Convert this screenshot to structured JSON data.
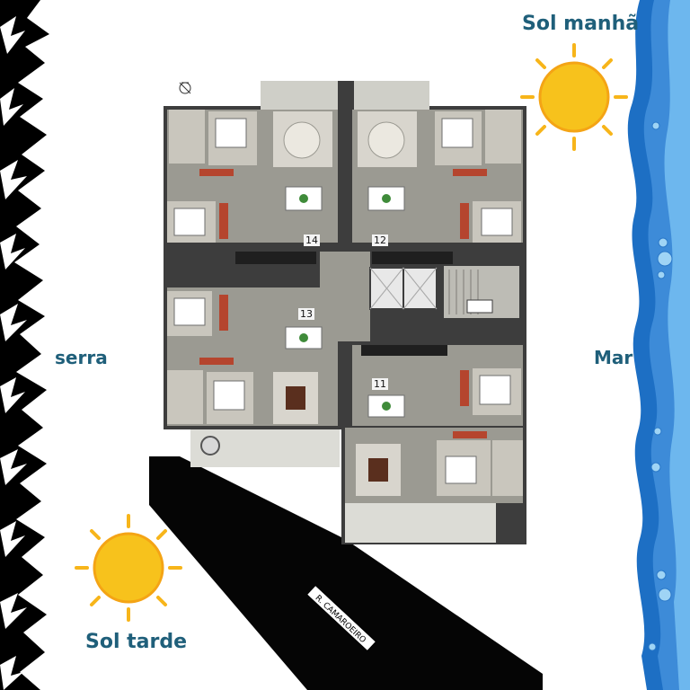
{
  "labels": {
    "sol_manha": "Sol manhã",
    "sol_tarde": "Sol tarde",
    "serra": "serra",
    "mar": "Mar",
    "street": "R. CAMAROEIRO"
  },
  "units": [
    "14",
    "12",
    "13",
    "11"
  ],
  "icons": {
    "sun": "sun-icon",
    "compass": "north-compass-icon",
    "mountains": "mountain-range-icon",
    "sea": "sea-waves-icon"
  },
  "colors": {
    "sun_fill": "#f7c21c",
    "sun_ray": "#f7b51a",
    "sea_dark": "#1d6fc4",
    "sea_light": "#5aa9e6",
    "text_accent": "#1f5f7a",
    "street": "#050505",
    "floor": "#9b9a92",
    "wall": "#3d3d3d"
  }
}
